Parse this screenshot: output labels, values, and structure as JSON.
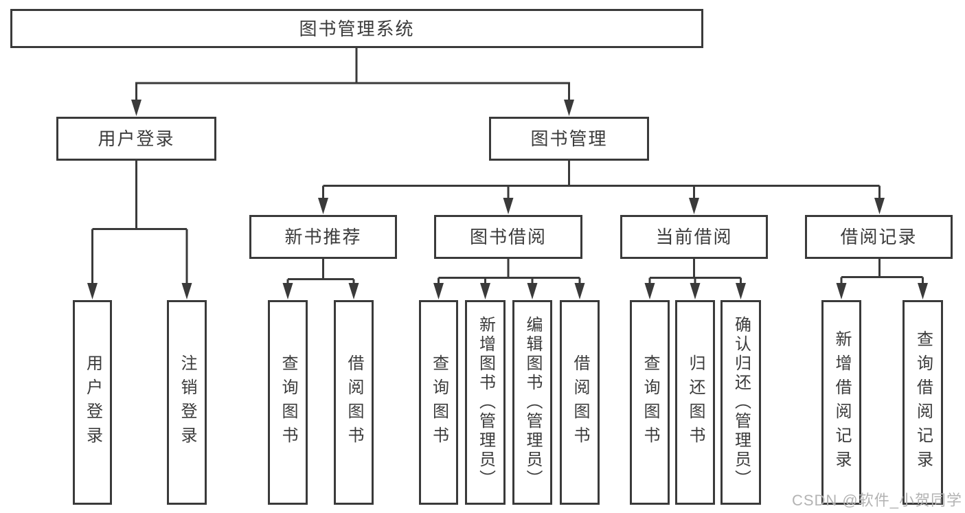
{
  "diagram": {
    "nodes": {
      "root": "图书管理系统",
      "user_login": "用户登录",
      "book_mgmt": "图书管理",
      "new_book_rec": "新书推荐",
      "book_borrowing": "图书借阅",
      "current_borrowing": "当前借阅",
      "borrowing_records": "借阅记录",
      "login": "用户登录",
      "logout": "注销登录",
      "rec_query": "查询图书",
      "rec_borrow": "借阅图书",
      "bor_query": "查询图书",
      "bor_add": "新增图书（管理员）",
      "bor_edit": "编辑图书（管理员）",
      "bor_borrow": "借阅图书",
      "cur_query": "查询图书",
      "cur_return": "归还图书",
      "cur_confirm": "确认归还（管理员）",
      "log_add": "新增借阅记录",
      "log_query": "查询借阅记录"
    },
    "watermark": "CSDN @软件_小贺同学",
    "colors": {
      "line": "#3a3a3a",
      "text": "#3b3b3b",
      "watermark": "#b3b3b3"
    }
  }
}
